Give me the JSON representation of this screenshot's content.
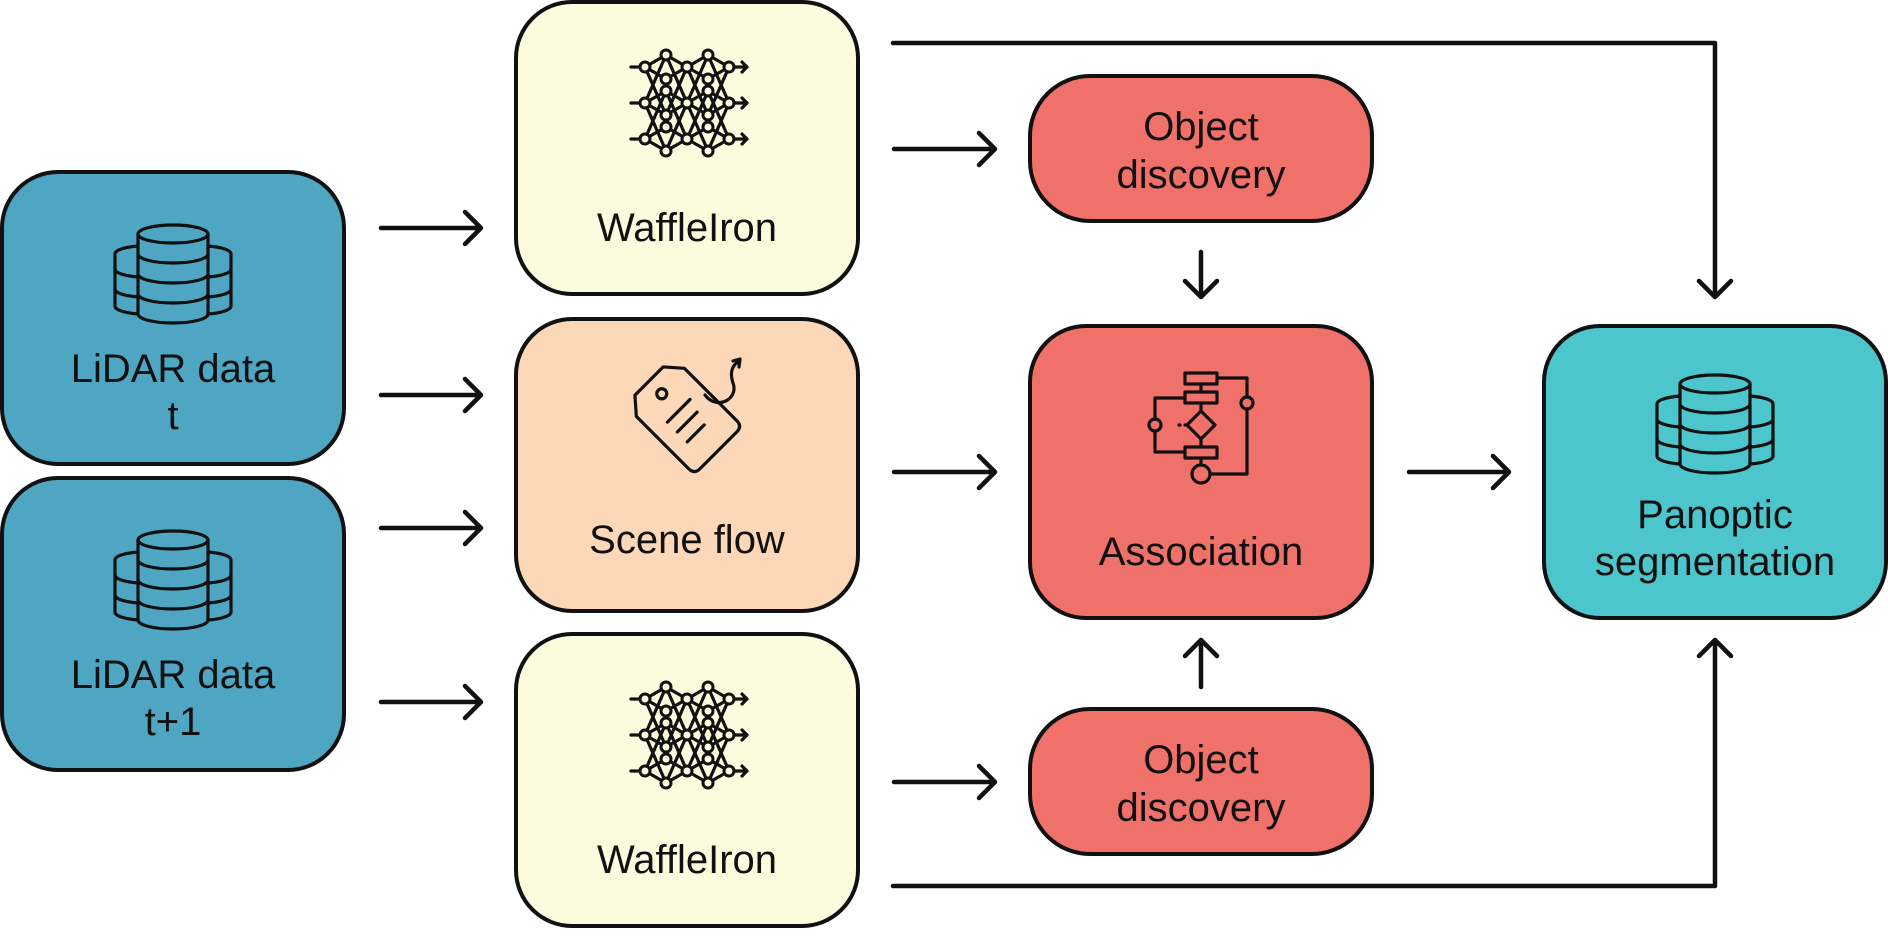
{
  "colors": {
    "lidar": "#4fa6c3",
    "wafflesiron": "#fbfbdd",
    "sceneflow": "#fcd7b8",
    "red": "#f0706a",
    "panoptic": "#4cc6cc",
    "stroke": "#111111"
  },
  "nodes": {
    "lidar_t": {
      "line1": "LiDAR data",
      "line2": "t",
      "icon": "database-icon"
    },
    "lidar_t1": {
      "line1": "LiDAR data",
      "line2": "t+1",
      "icon": "database-icon"
    },
    "waffle_top": {
      "line1": "WaffleIron",
      "icon": "neural-network-icon"
    },
    "scene_flow": {
      "line1": "Scene flow",
      "icon": "tag-icon"
    },
    "waffle_bottom": {
      "line1": "WaffleIron",
      "icon": "neural-network-icon"
    },
    "obj_top": {
      "line1": "Object",
      "line2": "discovery"
    },
    "association": {
      "line1": "Association",
      "icon": "flowchart-icon"
    },
    "obj_bottom": {
      "line1": "Object",
      "line2": "discovery"
    },
    "panoptic": {
      "line1": "Panoptic",
      "line2": "segmentation",
      "icon": "database-icon"
    }
  }
}
